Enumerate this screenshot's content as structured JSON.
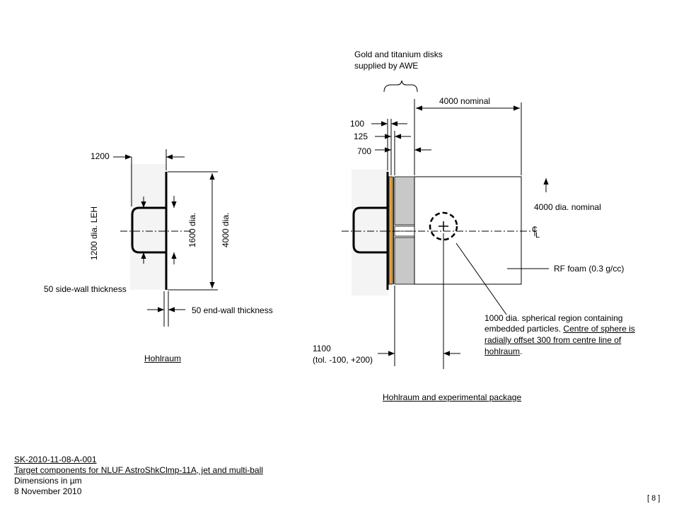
{
  "colors": {
    "line": "#000000",
    "gold": "#e8a33c",
    "foam": "#c8c8c8",
    "bg": "#ffffff"
  },
  "left": {
    "caption": "Hohlraum",
    "dim_1200": "1200",
    "dim_leh": "1200 dia. LEH",
    "dim_1600": "1600 dia.",
    "dim_4000": "4000 dia.",
    "side_wall": "50 side-wall thickness",
    "end_wall": "50 end-wall thickness"
  },
  "right": {
    "disks_line1": "Gold and titanium disks",
    "disks_line2": "supplied by AWE",
    "dim_4000_nominal": "4000 nominal",
    "dim_100": "100",
    "dim_125": "125",
    "dim_700": "700",
    "dia_nominal": "4000 dia. nominal",
    "centreline_c": "C",
    "centreline_l": "L",
    "rf_foam": "RF foam (0.3 g/cc)",
    "sphere_line1": "1000 dia. spherical region containing",
    "sphere_line2": "embedded particles. ",
    "sphere_line2_u": "Centre of sphere is",
    "sphere_line3": "radially offset 300 from centre line of",
    "sphere_line4": "hohlraum",
    "sphere_line4_end": ".",
    "dim_1100": "1100",
    "dim_tol": "(tol. -100, +200)",
    "caption": "Hohlraum and experimental package"
  },
  "footer": {
    "ref": "SK-2010-11-08-A-001",
    "title": "Target components for NLUF AstroShkClmp-11A, jet and multi-ball",
    "units": "Dimensions in µm",
    "date": "8 November 2010"
  },
  "page": "[  8  ]"
}
